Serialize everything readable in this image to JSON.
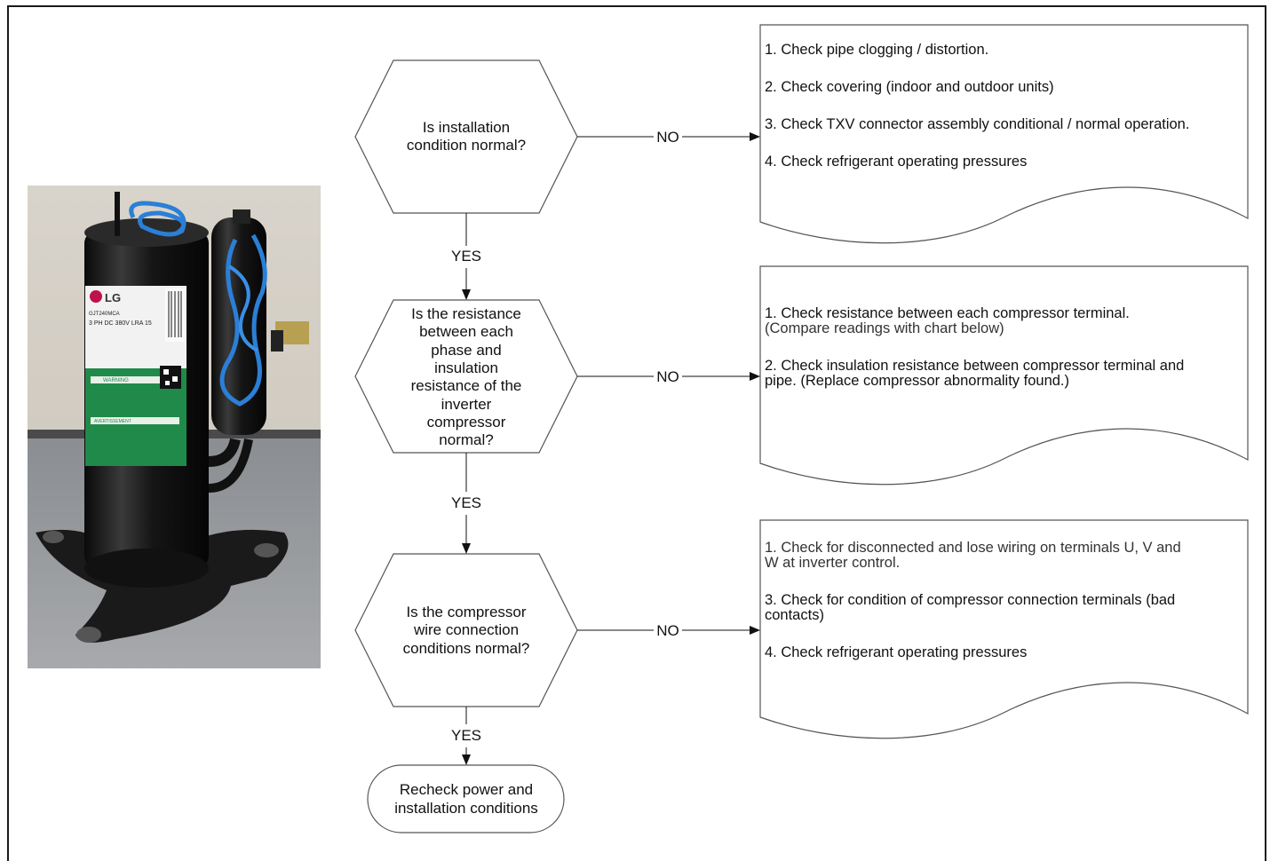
{
  "photo": {
    "label": "LG",
    "model_line": "GJT240MCA",
    "rating_line": "3 PH DC 380V LRA 15",
    "warning": "WARNING",
    "warning2": "AVERTISSEMENT"
  },
  "flow": {
    "q1": [
      "Is installation",
      "condition normal?"
    ],
    "q2": [
      "Is the resistance",
      "between each",
      "phase and",
      "insulation",
      "resistance of the",
      "inverter",
      "compressor",
      "normal?"
    ],
    "q3": [
      "Is the compressor",
      "wire connection",
      "conditions normal?"
    ],
    "end": [
      "Recheck power and",
      "installation conditions"
    ],
    "yes": "YES",
    "no": "NO"
  },
  "notes": {
    "n1": [
      "1. Check pipe clogging / distortion.",
      "2. Check covering (indoor and outdoor units)",
      "3. Check TXV connector assembly conditional / normal operation.",
      "4. Check refrigerant operating pressures"
    ],
    "n2": {
      "item1": "1. Check resistance between each compressor terminal.",
      "item1_sub": "(Compare readings with chart below)",
      "item2a": "2. Check insulation resistance between compressor terminal and",
      "item2b": "pipe. (Replace compressor abnormality found.)"
    },
    "n3": {
      "item1a": "1. Check for disconnected and lose wiring on terminals U, V and",
      "item1b": "W at inverter control.",
      "item2a": "3. Check for condition of compressor connection terminals (bad",
      "item2b": "contacts)",
      "item3": "4. Check refrigerant operating pressures"
    }
  }
}
